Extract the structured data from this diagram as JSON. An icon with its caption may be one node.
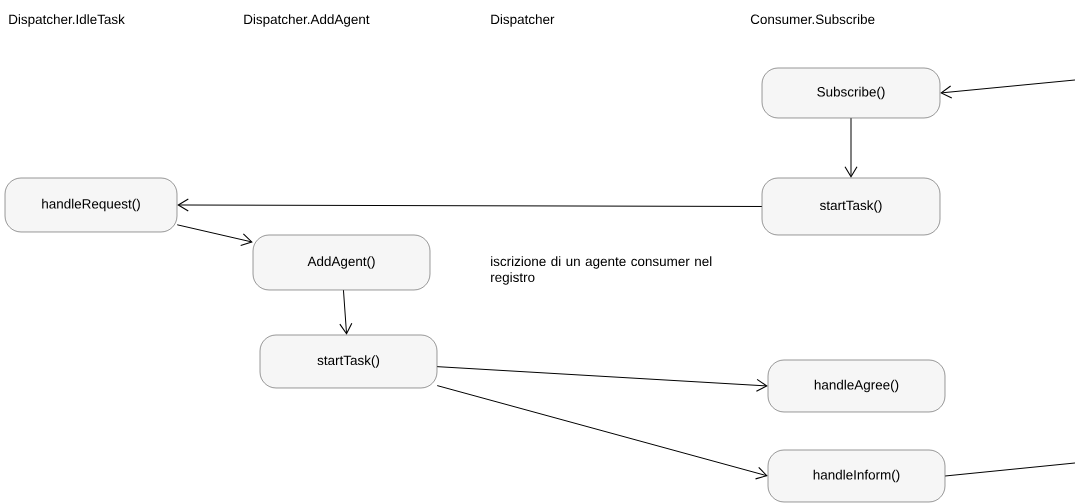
{
  "diagram": {
    "nodes": [
      {
        "text": [
          "Subscribe()"
        ]
      },
      {
        "text": [
          "startTask()"
        ]
      },
      {
        "text": [
          "handleRequest()"
        ]
      },
      {
        "text": [
          "AddAgent()"
        ]
      },
      {
        "text": [
          "startTask()"
        ]
      },
      {
        "text": [
          "handleAgree()"
        ]
      },
      {
        "text": [
          "handleInform()"
        ]
      }
    ],
    "edges": [
      {
        "from": null,
        "to": 0,
        "arrow": "to"
      },
      {
        "from": 0,
        "to": 1,
        "arrow": "to"
      },
      {
        "from": 1,
        "to": 2,
        "arrow": "to"
      },
      {
        "from": 2,
        "to": 3,
        "arrow": "to"
      },
      {
        "from": 3,
        "to": 4,
        "arrow": "to"
      },
      {
        "from": 4,
        "to": 5,
        "arrow": "to"
      },
      {
        "from": 4,
        "to": 6,
        "arrow": "to"
      },
      {
        "from": 6,
        "to": null,
        "arrow": "none"
      }
    ],
    "labels": [
      "Dispatcher.IdleTask",
      "Dispatcher.AddAgent",
      "Dispatcher",
      "Consumer.Subscribe",
      "iscrizione di un agente consumer nel registro"
    ]
  }
}
